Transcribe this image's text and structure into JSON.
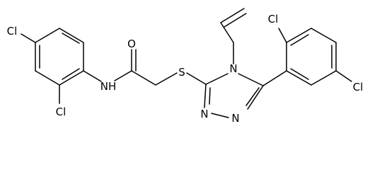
{
  "atoms": {
    "cl_left_top": "Cl",
    "cl_left_bottom": "Cl",
    "nh": "NH",
    "o": "O",
    "s": "S",
    "n4": "N",
    "n1": "N",
    "n2": "N",
    "cl_right_top": "Cl",
    "cl_right_end": "Cl"
  },
  "colors": {
    "bond": "#000000",
    "label": "#000000",
    "background": "#ffffff"
  }
}
